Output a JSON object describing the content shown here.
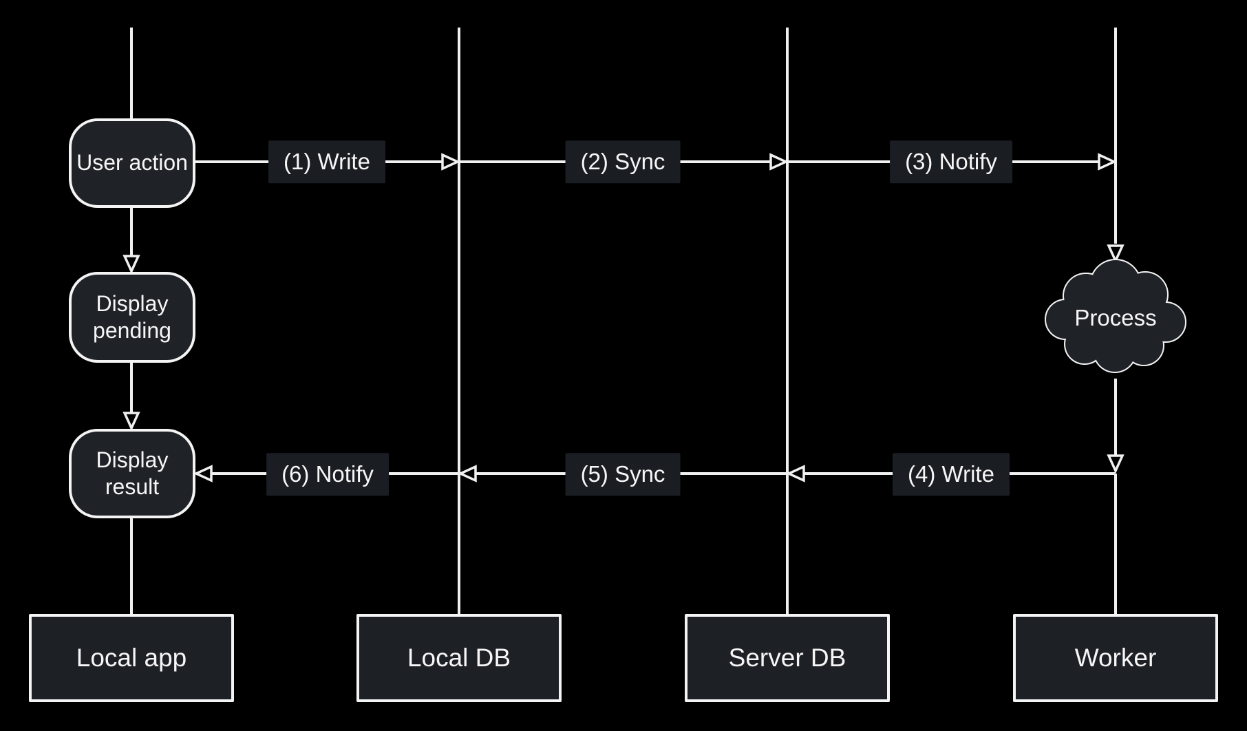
{
  "colors": {
    "background": "#000000",
    "line": "#f0f0f1",
    "node_fill": "#1f2227",
    "label_fill": "#1a1d22",
    "actor_fill": "#1d2025",
    "text": "#f6f6f7"
  },
  "flow_nodes": [
    {
      "label": "User action"
    },
    {
      "label": "Display pending"
    },
    {
      "label": "Display result"
    }
  ],
  "process_cloud": {
    "label": "Process"
  },
  "messages": [
    {
      "label": "(1) Write"
    },
    {
      "label": "(2) Sync"
    },
    {
      "label": "(3) Notify"
    },
    {
      "label": "(4) Write"
    },
    {
      "label": "(5) Sync"
    },
    {
      "label": "(6) Notify"
    }
  ],
  "actors": [
    {
      "label": "Local app"
    },
    {
      "label": "Local DB"
    },
    {
      "label": "Server DB"
    },
    {
      "label": "Worker"
    }
  ]
}
